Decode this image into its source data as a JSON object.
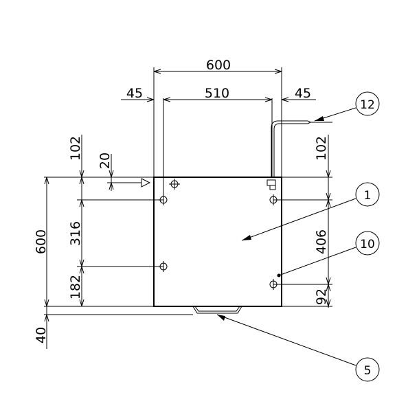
{
  "dimensions": {
    "top_overall": "600",
    "top_left_offset": "45",
    "top_middle": "510",
    "top_right_offset": "45",
    "left_top_102": "102",
    "left_small_20": "20",
    "left_overall_600": "600",
    "left_316": "316",
    "left_182": "182",
    "left_bottom_40": "40",
    "right_top_102": "102",
    "right_406": "406",
    "right_92": "92"
  },
  "callouts": {
    "c12": "12",
    "c1": "1",
    "c10": "10",
    "c5": "5"
  }
}
